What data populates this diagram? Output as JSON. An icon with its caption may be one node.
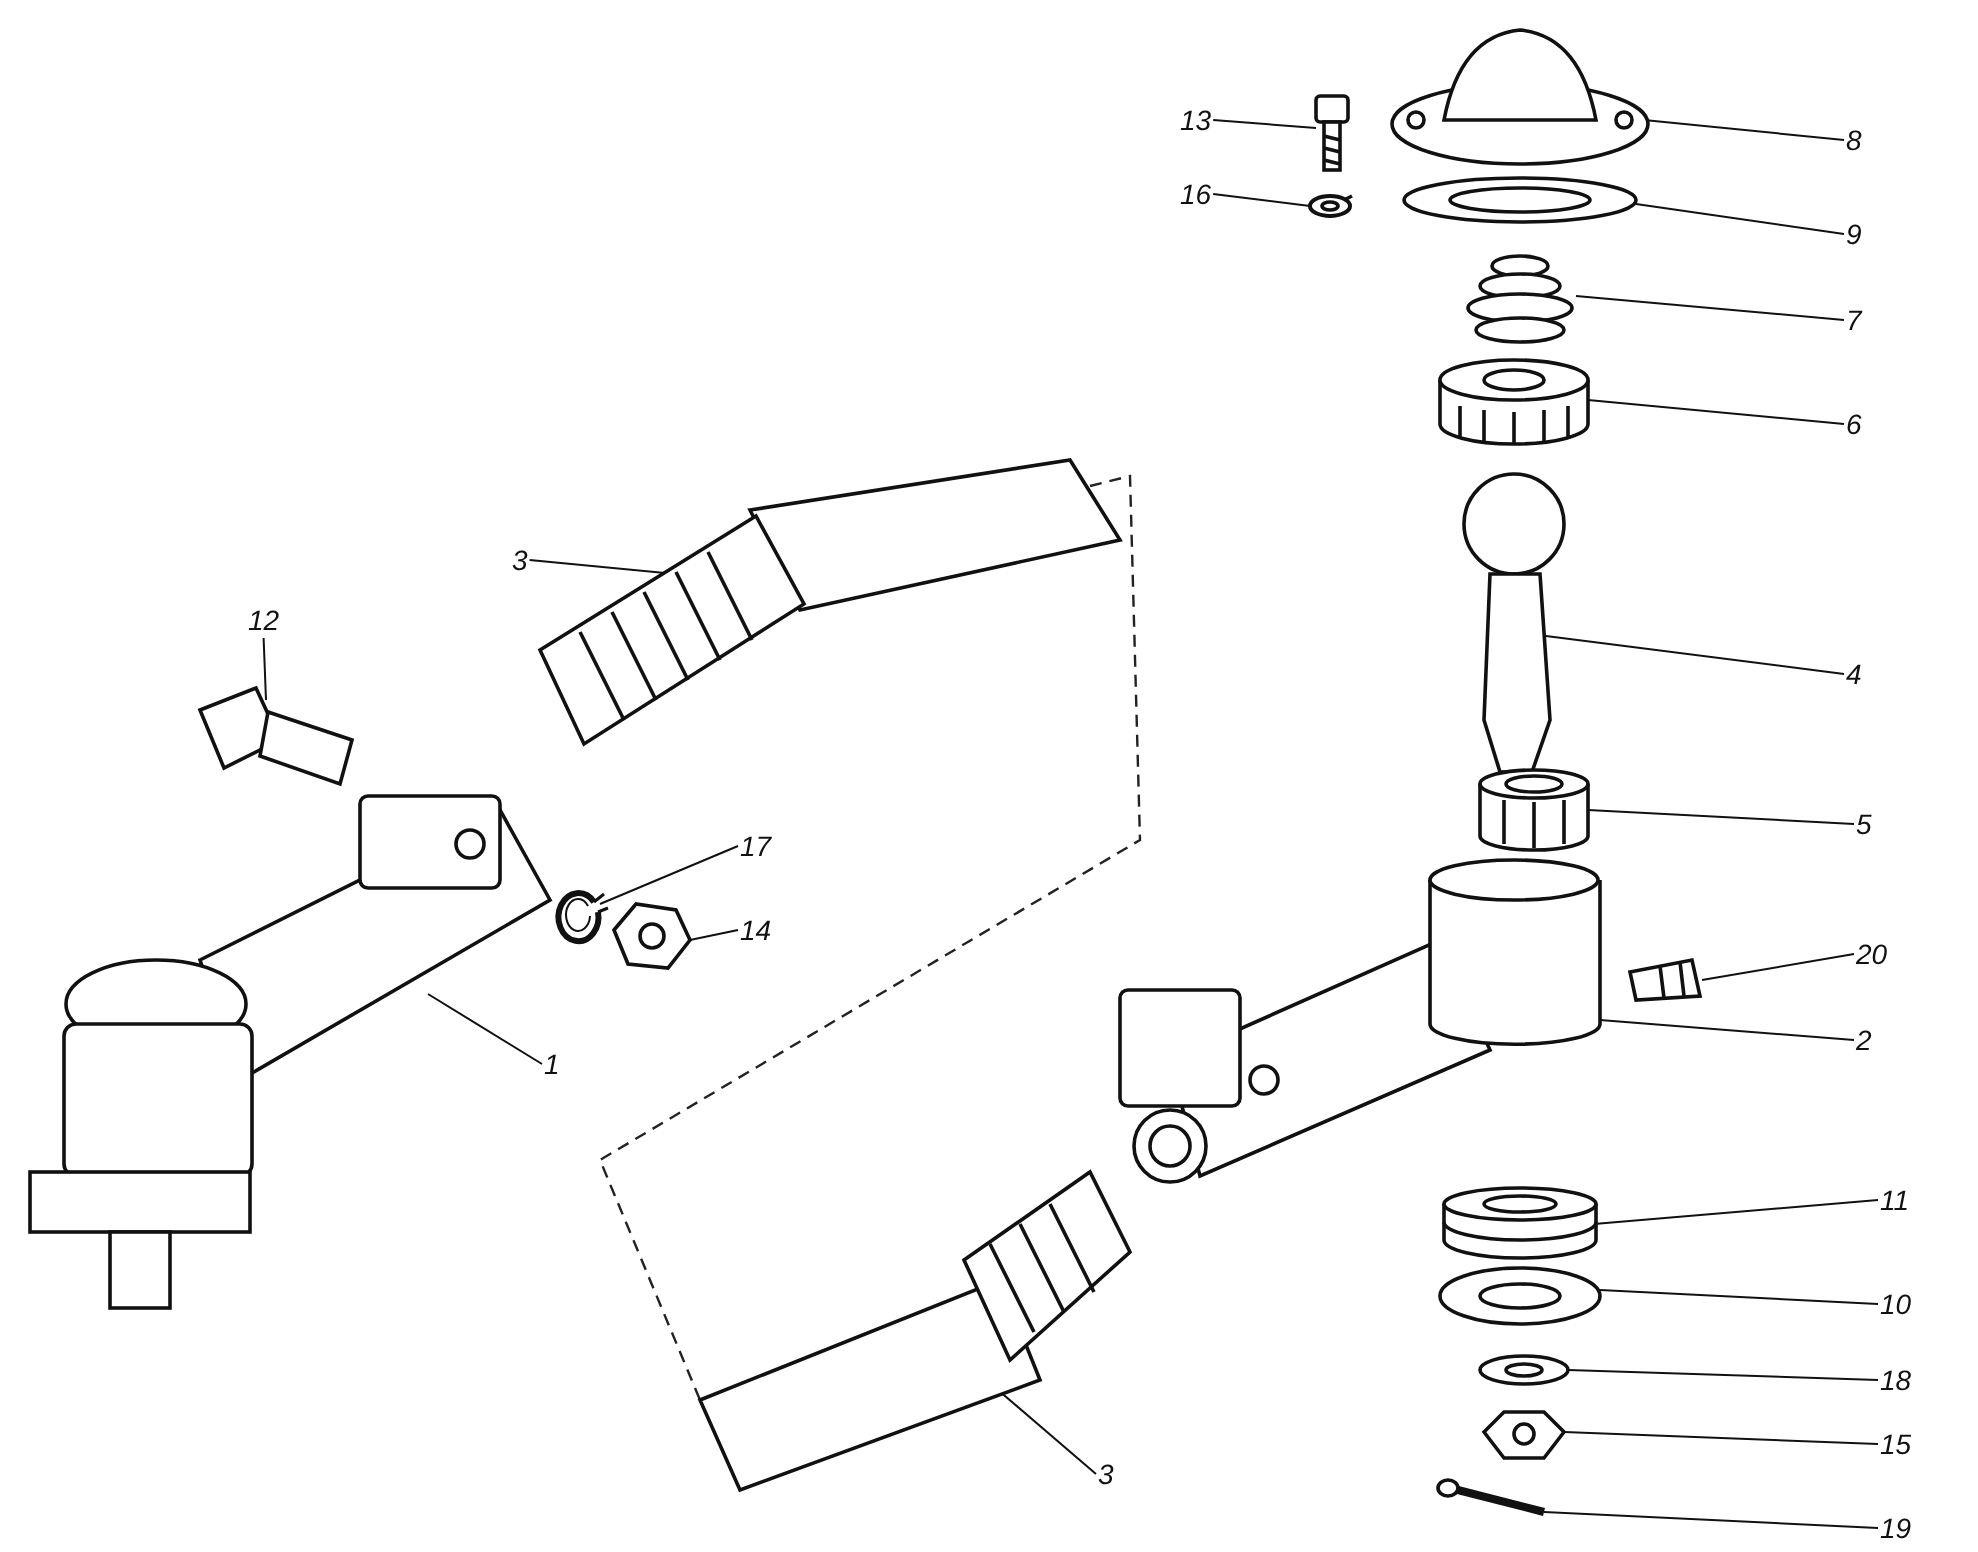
{
  "diagram": {
    "nodes": [
      {
        "text": [
          "13"
        ]
      },
      {
        "text": [
          "16"
        ]
      },
      {
        "text": [
          "8"
        ]
      },
      {
        "text": [
          "9"
        ]
      },
      {
        "text": [
          "7"
        ]
      },
      {
        "text": [
          "6"
        ]
      },
      {
        "text": [
          "3"
        ]
      },
      {
        "text": [
          "12"
        ]
      },
      {
        "text": [
          "4"
        ]
      },
      {
        "text": [
          "17"
        ]
      },
      {
        "text": [
          "14"
        ]
      },
      {
        "text": [
          "5"
        ]
      },
      {
        "text": [
          "20"
        ]
      },
      {
        "text": [
          "1"
        ]
      },
      {
        "text": [
          "2"
        ]
      },
      {
        "text": [
          "11"
        ]
      },
      {
        "text": [
          "10"
        ]
      },
      {
        "text": [
          "18"
        ]
      },
      {
        "text": [
          "15"
        ]
      },
      {
        "text": [
          "3"
        ]
      },
      {
        "text": [
          "19"
        ]
      },
      {
        "text": [],
        "shape": "picture"
      },
      {
        "text": [],
        "shape": "picture"
      },
      {
        "text": [],
        "shape": "picture"
      },
      {
        "text": [],
        "shape": "picture"
      },
      {
        "text": [],
        "shape": "picture"
      },
      {
        "text": [],
        "shape": "picture"
      },
      {
        "text": [],
        "shape": "picture"
      },
      {
        "text": [],
        "shape": "picture"
      },
      {
        "text": [],
        "shape": "picture"
      },
      {
        "text": [],
        "shape": "picture"
      },
      {
        "text": [],
        "shape": "picture"
      },
      {
        "text": [],
        "shape": "picture"
      },
      {
        "text": [],
        "shape": "picture"
      },
      {
        "text": [],
        "shape": "picture"
      },
      {
        "text": [],
        "shape": "picture"
      },
      {
        "text": [],
        "shape": "picture"
      },
      {
        "text": [],
        "shape": "picture"
      },
      {
        "text": [],
        "shape": "picture"
      },
      {
        "text": [],
        "shape": "picture"
      },
      {
        "text": [],
        "shape": "picture"
      },
      {
        "text": [],
        "shape": "picture"
      }
    ],
    "edges": [
      {
        "from": 0,
        "to": 21,
        "arrow": "none"
      },
      {
        "from": 1,
        "to": 22,
        "arrow": "none"
      },
      {
        "from": 2,
        "to": 23,
        "arrow": "none"
      },
      {
        "from": 3,
        "to": 24,
        "arrow": "none"
      },
      {
        "from": 4,
        "to": 25,
        "arrow": "none"
      },
      {
        "from": 5,
        "to": 26,
        "arrow": "none"
      },
      {
        "from": 6,
        "to": 27,
        "arrow": "none"
      },
      {
        "from": 7,
        "to": 28,
        "arrow": "none"
      },
      {
        "from": 8,
        "to": 29,
        "arrow": "none"
      },
      {
        "from": 9,
        "to": 30,
        "arrow": "none"
      },
      {
        "from": 10,
        "to": 31,
        "arrow": "none"
      },
      {
        "from": 11,
        "to": 32,
        "arrow": "none"
      },
      {
        "from": 12,
        "to": 33,
        "arrow": "none"
      },
      {
        "from": 13,
        "to": 34,
        "arrow": "none"
      },
      {
        "from": 14,
        "to": 35,
        "arrow": "none"
      },
      {
        "from": 15,
        "to": 36,
        "arrow": "none"
      },
      {
        "from": 16,
        "to": 37,
        "arrow": "none"
      },
      {
        "from": 17,
        "to": 38,
        "arrow": "none"
      },
      {
        "from": 18,
        "to": 39,
        "arrow": "none"
      },
      {
        "from": 19,
        "to": 40,
        "arrow": "none"
      },
      {
        "from": 20,
        "to": 41,
        "arrow": "none"
      }
    ]
  }
}
